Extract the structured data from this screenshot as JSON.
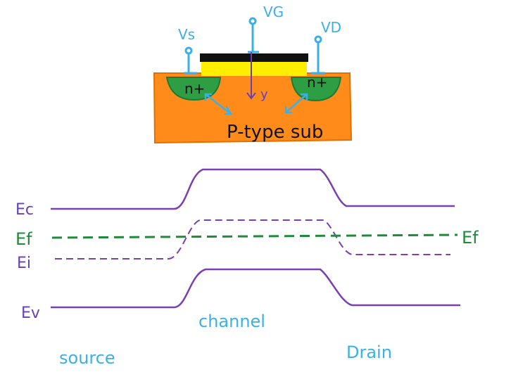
{
  "terminals": {
    "gate": "VG",
    "source": "Vs",
    "drain": "VD"
  },
  "device": {
    "left_doping": "n+",
    "right_doping": "n+",
    "substrate": "P-type sub",
    "depth_axis": "y"
  },
  "bands": {
    "conduction": "Ec",
    "fermi_left": "Ef",
    "fermi_right": "Ef",
    "intrinsic": "Ei",
    "valence": "Ev"
  },
  "regions": {
    "source": "source",
    "channel": "channel",
    "drain": "Drain"
  },
  "colors": {
    "substrate": "#ff8c1a",
    "n_plus_well": "#2e9e44",
    "gate_metal": "#111111",
    "gate_oxide": "#ffee00",
    "contacts": "#3bb0e6",
    "band_lines": "#7a3fb0",
    "fermi_level": "#1f8a3a",
    "annotation": "#6a3fb5"
  }
}
